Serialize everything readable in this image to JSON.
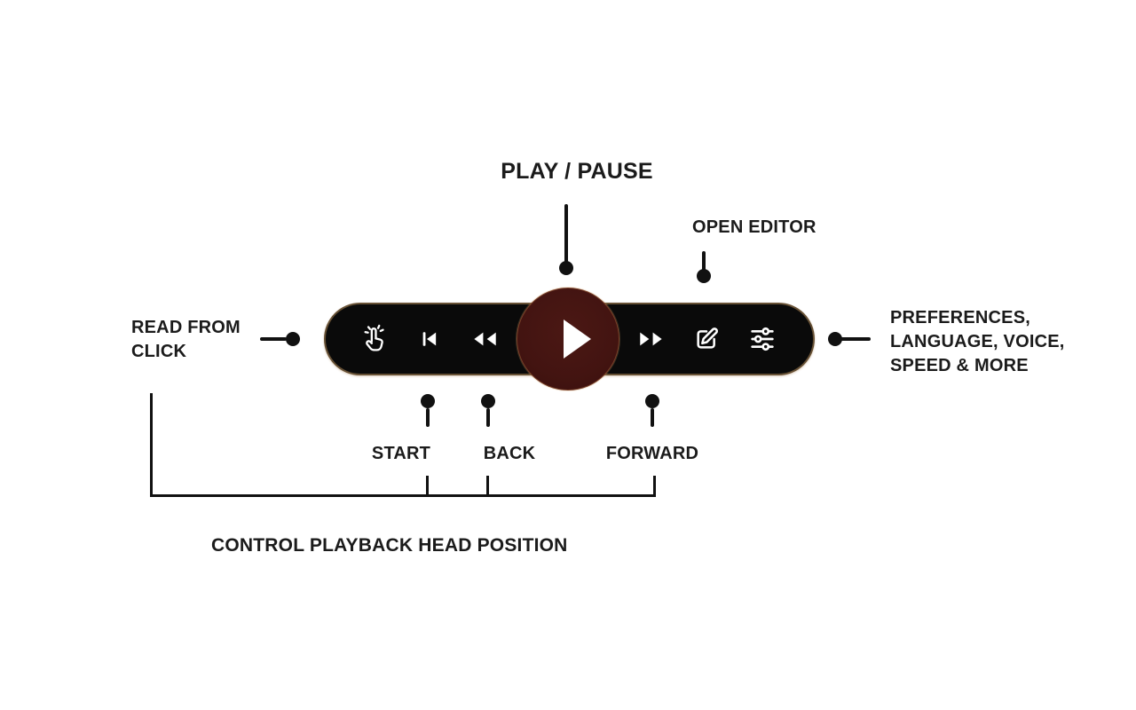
{
  "colors": {
    "background": "#ffffff",
    "text": "#1b1b1b",
    "line": "#111111",
    "toolbar_bg": "#0a0a0a",
    "toolbar_border": "#d9a96b",
    "play_button": "#431411",
    "icon": "#ffffff"
  },
  "toolbar": {
    "buttons": [
      {
        "id": "read-from-click",
        "icon": "tap-icon"
      },
      {
        "id": "skip-to-start",
        "icon": "skip-start-icon"
      },
      {
        "id": "back",
        "icon": "rewind-icon"
      },
      {
        "id": "play-pause",
        "icon": "play-icon"
      },
      {
        "id": "forward",
        "icon": "fast-forward-icon"
      },
      {
        "id": "open-editor",
        "icon": "edit-icon"
      },
      {
        "id": "preferences",
        "icon": "sliders-icon"
      }
    ]
  },
  "annotations": {
    "play_pause": "PLAY / PAUSE",
    "open_editor": "OPEN EDITOR",
    "read_from_click": {
      "line1": "READ FROM",
      "line2": "CLICK"
    },
    "preferences": {
      "line1": "PREFERENCES,",
      "line2": "LANGUAGE, VOICE,",
      "line3": "SPEED & MORE"
    },
    "start": "START",
    "back": "BACK",
    "forward": "FORWARD",
    "control_playback": "CONTROL PLAYBACK HEAD POSITION"
  }
}
